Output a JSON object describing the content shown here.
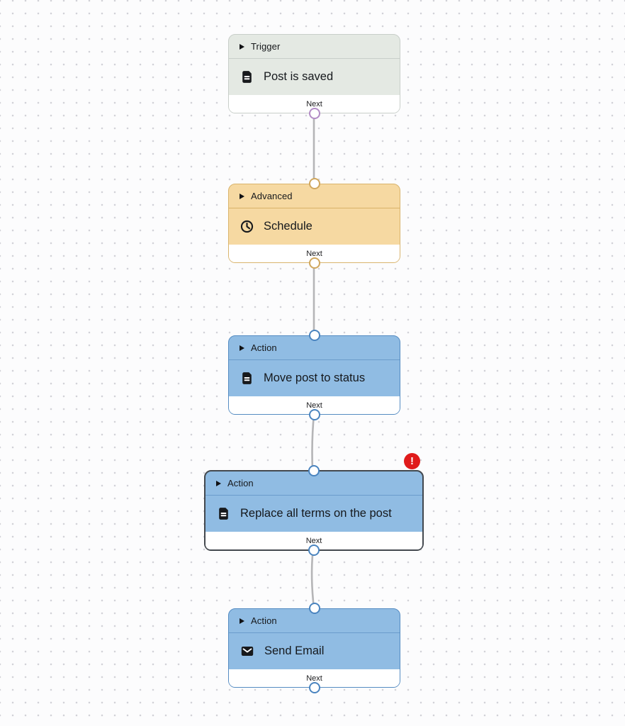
{
  "canvas": {
    "background_color": "#fcfcfd",
    "dot_color": "#d2d2d8",
    "edge_color": "#b5b5b7"
  },
  "nodes": [
    {
      "type": "trigger",
      "category": "Trigger",
      "title": "Post is saved",
      "icon": "document-icon",
      "next_label": "Next",
      "body_color": "#e4e9e3",
      "border_color": "#c8cec9",
      "port_color": "#b38cc6",
      "selected": false,
      "has_error": false
    },
    {
      "type": "advanced",
      "category": "Advanced",
      "title": "Schedule",
      "icon": "clock-icon",
      "next_label": "Next",
      "body_color": "#f6d9a2",
      "border_color": "#d9b46d",
      "port_color": "#d0a75e",
      "selected": false,
      "has_error": false
    },
    {
      "type": "action",
      "category": "Action",
      "title": "Move post to status",
      "icon": "document-icon",
      "next_label": "Next",
      "body_color": "#90bce3",
      "border_color": "#558cc2",
      "port_color": "#4a84bf",
      "selected": false,
      "has_error": false
    },
    {
      "type": "action",
      "category": "Action",
      "title": "Replace all terms on the post",
      "icon": "document-icon",
      "next_label": "Next",
      "body_color": "#90bce3",
      "border_color": "#43484e",
      "port_color": "#4a84bf",
      "selected": true,
      "has_error": true
    },
    {
      "type": "action",
      "category": "Action",
      "title": "Send Email",
      "icon": "mail-icon",
      "next_label": "Next",
      "body_color": "#90bce3",
      "border_color": "#558cc2",
      "port_color": "#4a84bf",
      "selected": false,
      "has_error": false
    }
  ],
  "error_badge": {
    "symbol": "!",
    "color": "#e01b1b"
  }
}
